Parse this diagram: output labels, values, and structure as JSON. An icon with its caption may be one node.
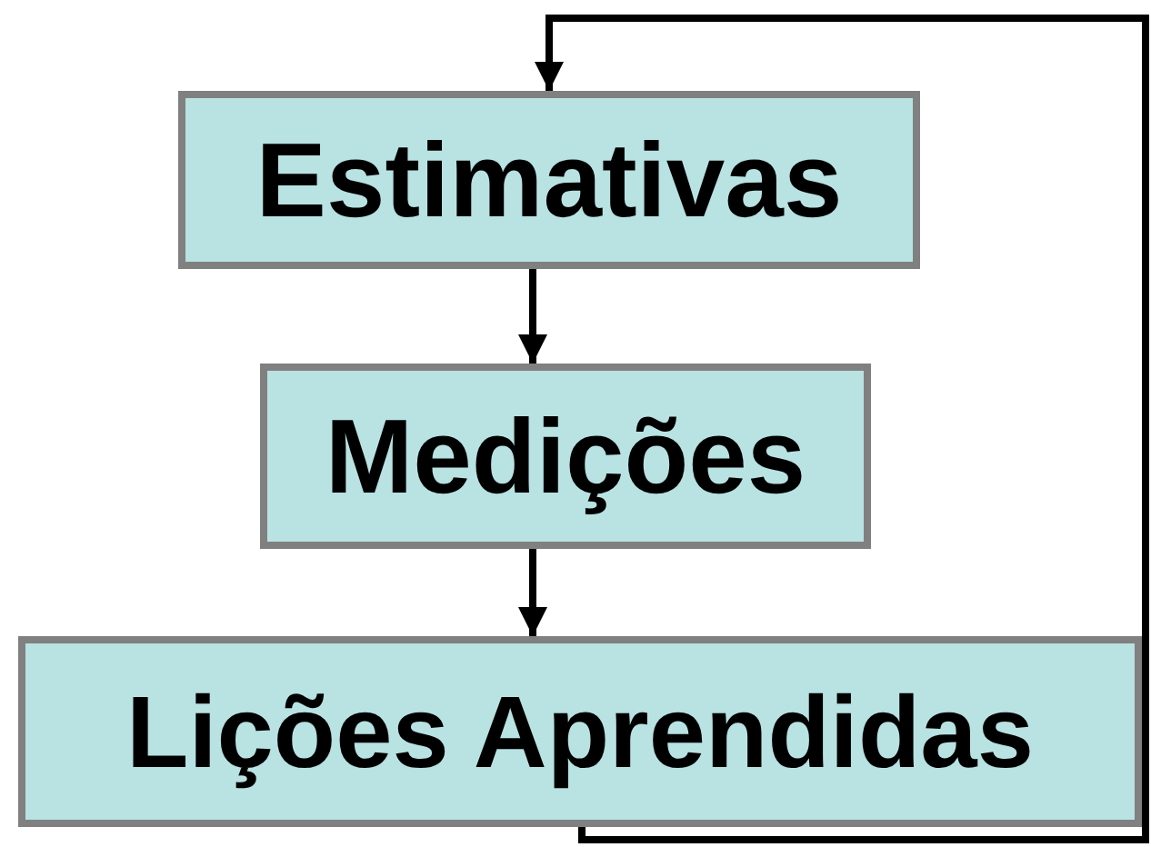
{
  "diagram": {
    "nodes": [
      {
        "text": [
          "Estimativas"
        ]
      },
      {
        "text": [
          "Medições"
        ]
      },
      {
        "text": [
          "Lições Aprendidas"
        ]
      }
    ],
    "edges": [
      {
        "from": 0,
        "to": 1,
        "arrow": "to"
      },
      {
        "from": 1,
        "to": 2,
        "arrow": "to"
      },
      {
        "from": 2,
        "to": 0,
        "arrow": "to"
      }
    ]
  }
}
